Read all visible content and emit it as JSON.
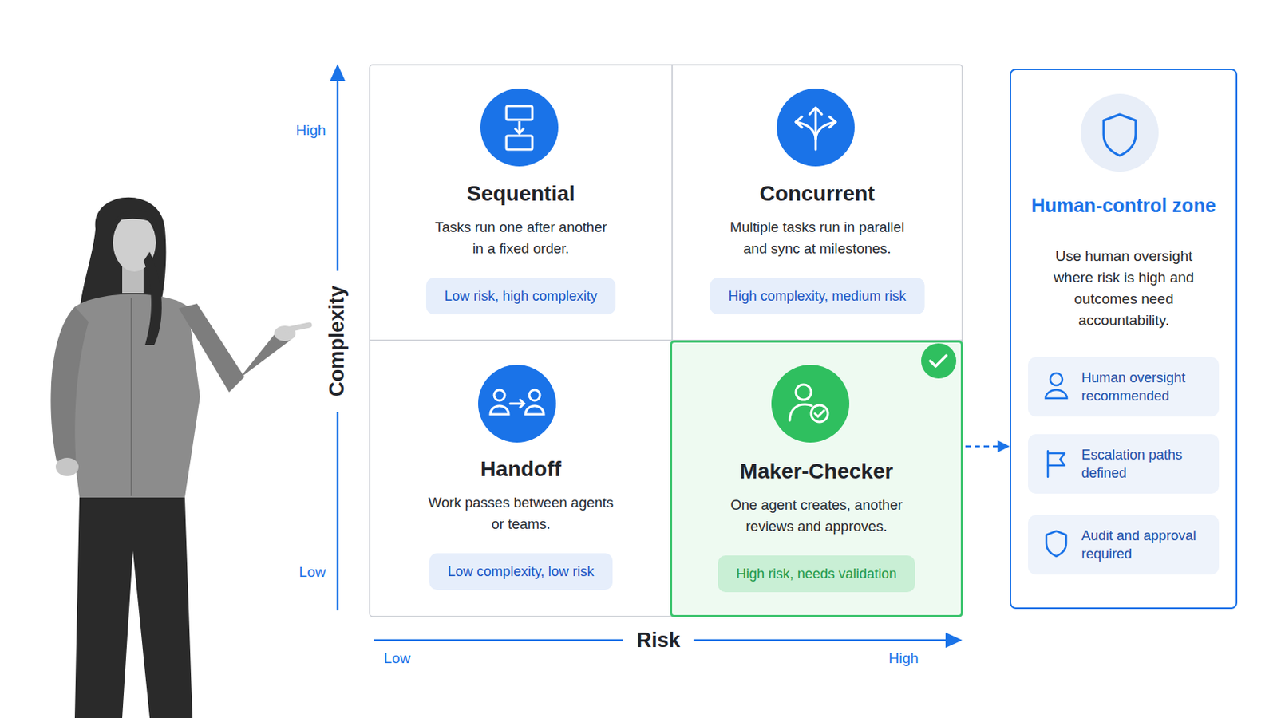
{
  "diagram": {
    "nodes": [
      {
        "text": [
          "Sequential",
          "Tasks run one after another in a fixed order."
        ]
      },
      {
        "text": [
          "Low risk, high complexity"
        ],
        "in": 0
      },
      {
        "text": [
          "Concurrent",
          "Multiple tasks run in parallel and sync at milestones."
        ]
      },
      {
        "text": [
          "High complexity, medium risk"
        ],
        "in": 2
      },
      {
        "text": [
          "Handoff",
          "Work passes between agents or teams."
        ]
      },
      {
        "text": [
          "Low complexity, low risk"
        ],
        "in": 4
      },
      {
        "text": [
          "Maker-Checker",
          "One agent creates, another reviews and approves."
        ]
      },
      {
        "text": [
          "High risk, needs validation"
        ],
        "in": 6
      },
      {
        "text": [
          "Human-control zone",
          "Use human oversight where risk is high and outcomes need accountability."
        ]
      },
      {
        "text": [
          "Human oversight recommended"
        ],
        "in": 8
      },
      {
        "text": [
          "Escalation paths defined"
        ],
        "in": 8
      },
      {
        "text": [
          "Audit and approval required"
        ],
        "in": 8
      }
    ],
    "edges": [
      {
        "from": 6,
        "to": 8,
        "arrow": "to"
      }
    ],
    "labels": [
      "High",
      "Low",
      "Complexity",
      "Risk",
      "Low",
      "High"
    ]
  }
}
